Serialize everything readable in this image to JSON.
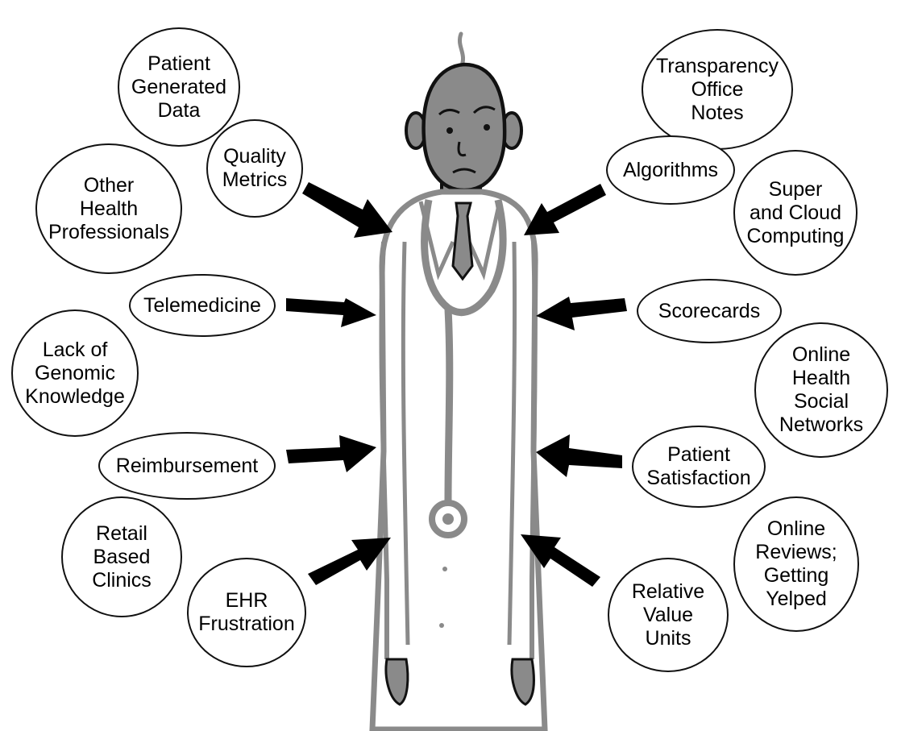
{
  "bubbles": {
    "patient_generated_data": [
      "Patient",
      "Generated",
      "Data"
    ],
    "quality_metrics": [
      "Quality",
      "Metrics"
    ],
    "other_health_professionals": [
      "Other",
      "Health",
      "Professionals"
    ],
    "telemedicine": [
      "Telemedicine"
    ],
    "lack_of_genomic_knowledge": [
      "Lack of",
      "Genomic",
      "Knowledge"
    ],
    "reimbursement": [
      "Reimbursement"
    ],
    "retail_based_clinics": [
      "Retail",
      "Based",
      "Clinics"
    ],
    "ehr_frustration": [
      "EHR",
      "Frustration"
    ],
    "transparency_office_notes": [
      "Transparency",
      "Office",
      "Notes"
    ],
    "algorithms": [
      "Algorithms"
    ],
    "super_and_cloud_computing": [
      "Super",
      "and Cloud",
      "Computing"
    ],
    "scorecards": [
      "Scorecards"
    ],
    "online_health_social_networks": [
      "Online",
      "Health",
      "Social",
      "Networks"
    ],
    "patient_satisfaction": [
      "Patient",
      "Satisfaction"
    ],
    "online_reviews_getting_yelped": [
      "Online",
      "Reviews;",
      "Getting",
      "Yelped"
    ],
    "relative_value_units": [
      "Relative",
      "Value",
      "Units"
    ]
  },
  "colors": {
    "figure_gray": "#8a8a8a",
    "outline": "#111111",
    "arrow": "#000000",
    "background": "#ffffff"
  },
  "icons": {
    "figure": "doctor-with-stethoscope-illustration",
    "arrow": "pressure-arrow-icon"
  }
}
